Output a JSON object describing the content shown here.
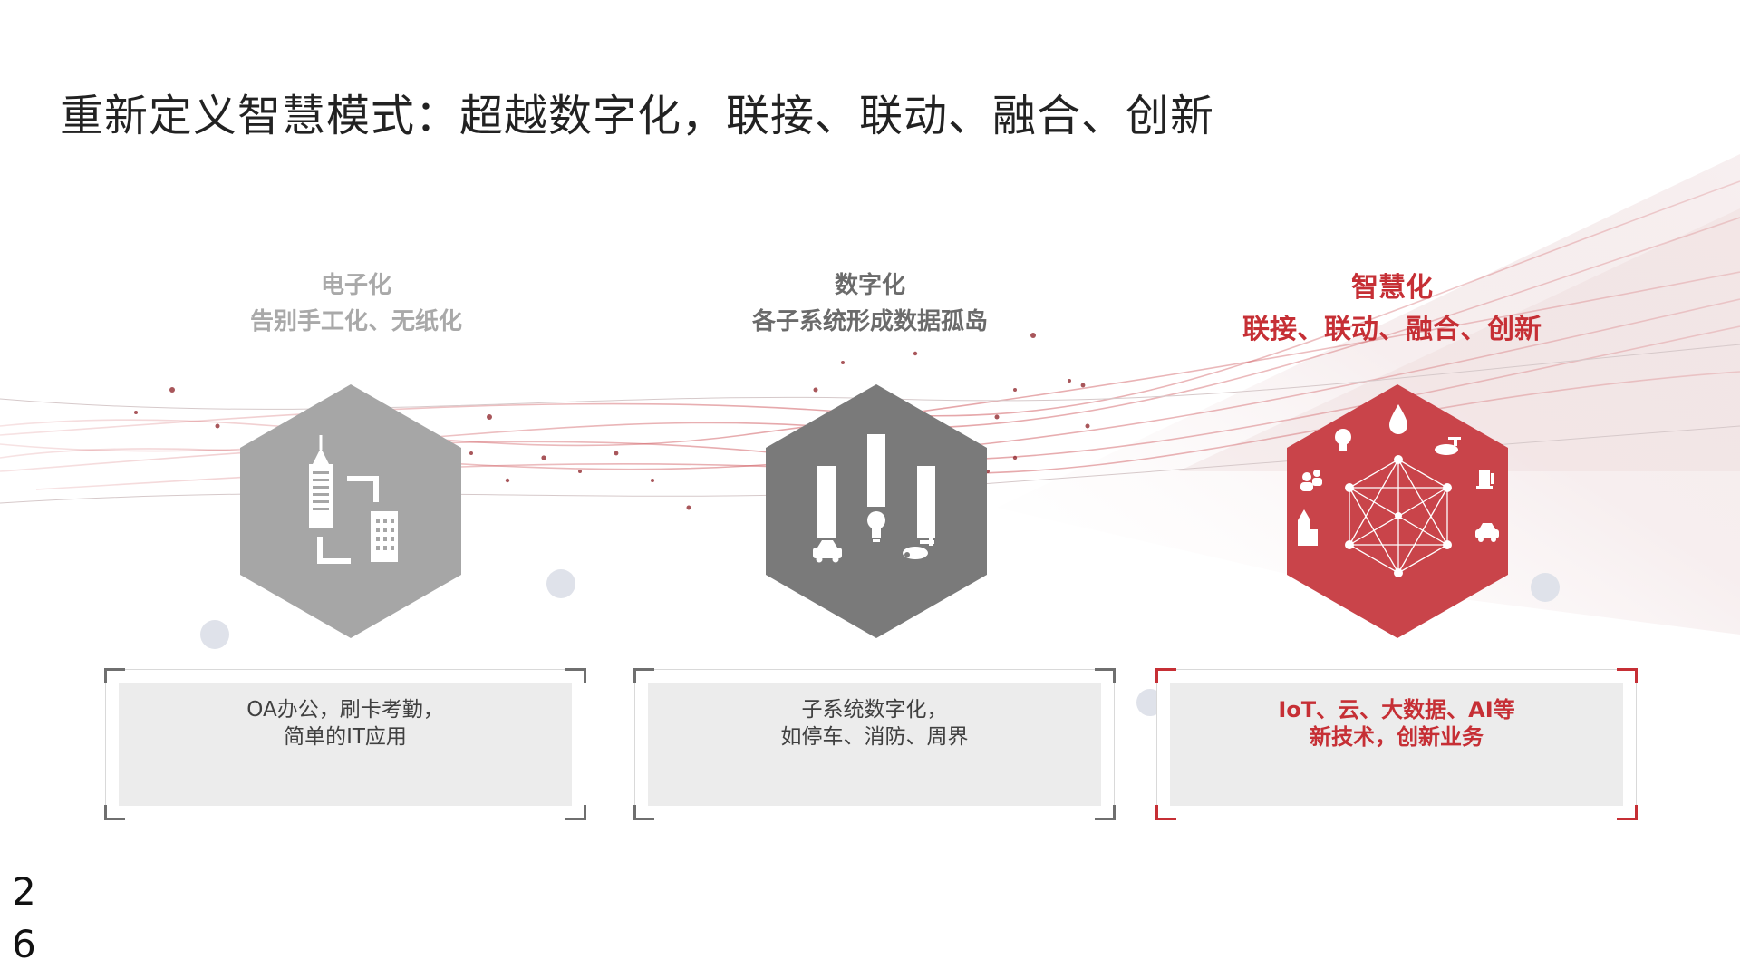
{
  "slide": {
    "title": "重新定义智慧模式：超越数字化，联接、联动、融合、创新",
    "page_number_digits": [
      "2",
      "6"
    ]
  },
  "stages": [
    {
      "title": "电子化",
      "subtitle": "告别手工化、无纸化",
      "hex_icon": "building-connection-icon",
      "desc_lines": [
        "OA办公，刷卡考勤，",
        "简单的IT应用"
      ],
      "color": "#a6a6a6"
    },
    {
      "title": "数字化",
      "subtitle": "各子系统形成数据孤岛",
      "hex_icon": "isolated-silos-icon",
      "desc_lines": [
        "子系统数字化，",
        "如停车、消防、周界"
      ],
      "color": "#777777"
    },
    {
      "title": "智慧化",
      "subtitle": "联接、联动、融合、创新",
      "hex_icon": "connected-network-icon",
      "desc_lines": [
        "IoT、云、大数据、AI等",
        "新技术，创新业务"
      ],
      "color": "#c9444a"
    }
  ],
  "colors": {
    "accent_red": "#c62f35",
    "gray_light": "#a6a6a6",
    "gray_dark": "#777777",
    "card_fill": "#ececec"
  }
}
